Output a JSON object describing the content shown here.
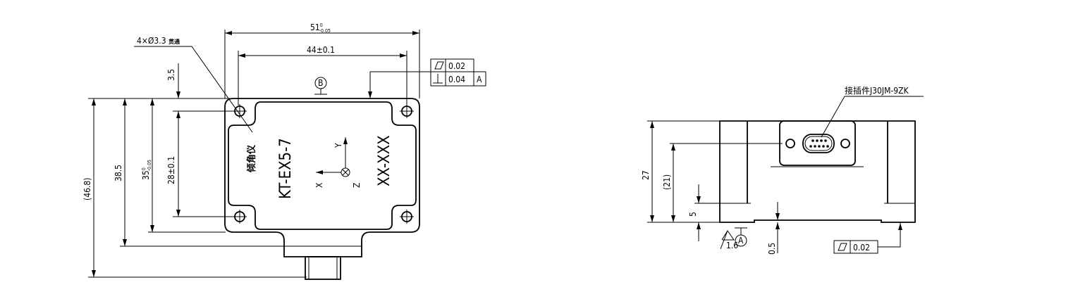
{
  "front_view": {
    "width_dim": "51",
    "width_tol_upper": "0",
    "width_tol_lower": "-0.05",
    "hole_pitch_x": "44±0.1",
    "hole_note": "4×Ø3.3",
    "hole_note_suffix": "贯通",
    "dim_edge_to_hole": "3.5",
    "hole_pitch_y": "28±0.1",
    "height_dim": "35",
    "height_tol_upper": "0",
    "height_tol_lower": "-0.05",
    "height_with_tab": "38.5",
    "overall_height": "(46.8)",
    "datum_b": "B",
    "product_name": "倾角仪",
    "model": "KT-EX5-7",
    "serial": "XX-XXX",
    "axis_x": "X",
    "axis_y": "Y",
    "axis_z": "Z",
    "fcf": [
      {
        "symbol": "flatness-icon",
        "value": "0.02",
        "datum": ""
      },
      {
        "symbol": "perpendicularity-icon",
        "value": "0.04",
        "datum": "A"
      }
    ]
  },
  "side_view": {
    "connector_note": "接插件J30JM-9ZK",
    "height_dim": "27",
    "connector_center_height": "(21)",
    "foot_height": "5",
    "recess_depth": "0.5",
    "roughness": "1.6",
    "datum_a": "A",
    "fcf": {
      "symbol": "flatness-icon",
      "value": "0.02"
    }
  }
}
